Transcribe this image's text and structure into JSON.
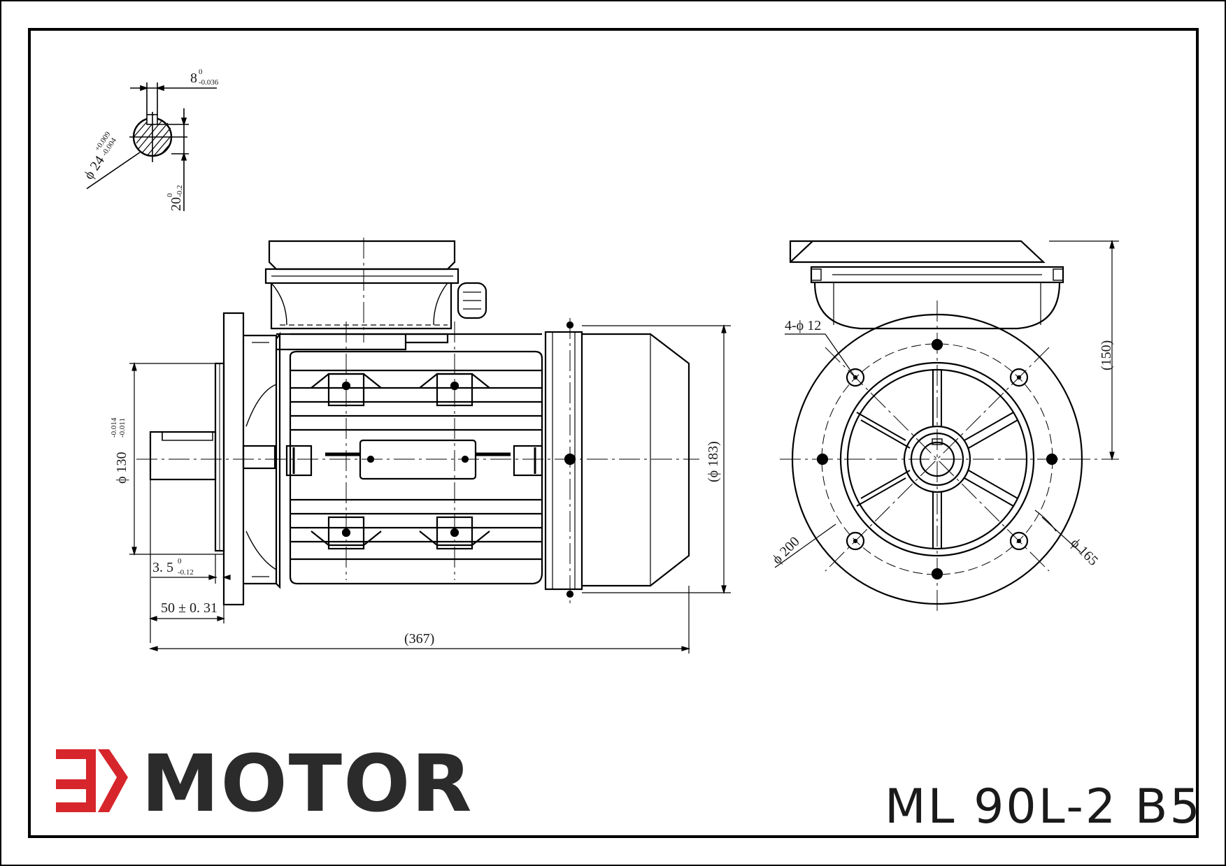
{
  "brand": {
    "mark": "3K",
    "name": "MOTOR",
    "mark_color": "#d6262c",
    "name_color": "#2b2b2b"
  },
  "model": "ML 90L-2 B5",
  "shaft_key": {
    "key_width": "8",
    "key_width_upper": "0",
    "key_width_lower": "-0.036",
    "shaft_dia": "ϕ 24",
    "shaft_dia_upper": "+0.009",
    "shaft_dia_lower": "-0.004",
    "key_height": "20",
    "key_height_upper": "0",
    "key_height_lower": "-0.2"
  },
  "side_view": {
    "spigot_dia": "ϕ 130",
    "spigot_upper": "-0.014",
    "spigot_lower": "-0.011",
    "spigot_depth": "3. 5",
    "spigot_depth_upper": "0",
    "spigot_depth_lower": "-0.12",
    "shaft_length": "50 ± 0. 31",
    "overall_length": "(367)",
    "fan_cover_dia": "(ϕ 183)"
  },
  "end_view": {
    "holes": "4-ϕ 12",
    "height": "(150)",
    "pcd": "ϕ 165",
    "flange_dia": "ϕ 200"
  }
}
